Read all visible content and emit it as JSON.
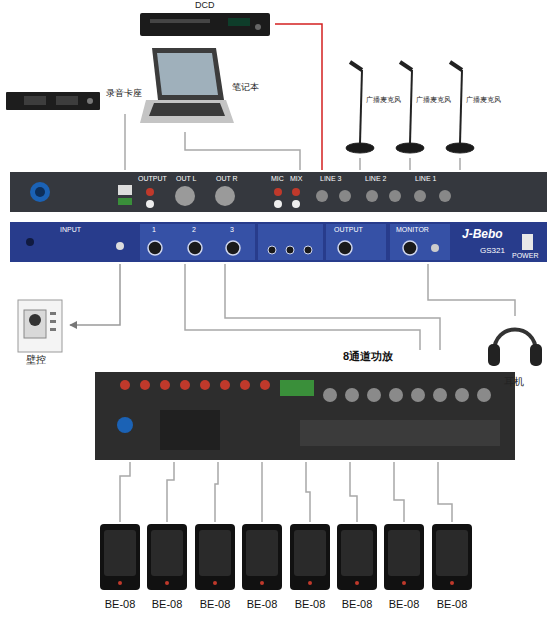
{
  "diagram": {
    "nodes": [
      {
        "text": [
          "DCD"
        ]
      },
      {
        "text": [
          "笔记本"
        ]
      },
      {
        "text": [
          "录音卡座"
        ]
      },
      {
        "text": [
          "广播麦克风"
        ]
      },
      {
        "text": [
          "广播麦克风"
        ]
      },
      {
        "text": [
          "广播麦克风"
        ]
      },
      {
        "text": [
          "J-Bebo",
          "GS321"
        ]
      },
      {
        "text": [
          "壁控"
        ]
      },
      {
        "text": [
          "耳机"
        ]
      },
      {
        "text": [
          "8通道功放"
        ]
      },
      {
        "text": [
          "BE-08"
        ]
      },
      {
        "text": [
          "BE-08"
        ]
      },
      {
        "text": [
          "BE-08"
        ]
      },
      {
        "text": [
          "BE-08"
        ]
      },
      {
        "text": [
          "BE-08"
        ]
      },
      {
        "text": [
          "BE-08"
        ]
      },
      {
        "text": [
          "BE-08"
        ]
      },
      {
        "text": [
          "BE-08"
        ]
      }
    ],
    "edges": [
      {
        "from": 0,
        "to": 6,
        "arrow": "none"
      },
      {
        "from": 1,
        "to": 6,
        "arrow": "none"
      },
      {
        "from": 2,
        "to": 6,
        "arrow": "none"
      },
      {
        "from": 3,
        "to": 6,
        "arrow": "none"
      },
      {
        "from": 4,
        "to": 6,
        "arrow": "none"
      },
      {
        "from": 5,
        "to": 6,
        "arrow": "none"
      },
      {
        "from": 6,
        "to": 7,
        "arrow": "to"
      },
      {
        "from": 6,
        "to": 9,
        "arrow": "none"
      },
      {
        "from": 6,
        "to": 9,
        "arrow": "none"
      },
      {
        "from": 6,
        "to": 8,
        "arrow": "none"
      },
      {
        "from": 9,
        "to": 10,
        "arrow": "none"
      },
      {
        "from": 9,
        "to": 11,
        "arrow": "none"
      },
      {
        "from": 9,
        "to": 12,
        "arrow": "none"
      },
      {
        "from": 9,
        "to": 13,
        "arrow": "none"
      },
      {
        "from": 9,
        "to": 14,
        "arrow": "none"
      },
      {
        "from": 9,
        "to": 15,
        "arrow": "none"
      },
      {
        "from": 9,
        "to": 16,
        "arrow": "none"
      },
      {
        "from": 9,
        "to": 17,
        "arrow": "none"
      }
    ],
    "labels": [
      "OUTPUT",
      "OUT L",
      "OUT R",
      "MIC",
      "MIX",
      "LINE 3",
      "LINE 2",
      "LINE 1",
      "INPUT",
      "1",
      "2",
      "3",
      "OUTPUT",
      "MONITOR",
      "POWER"
    ]
  }
}
